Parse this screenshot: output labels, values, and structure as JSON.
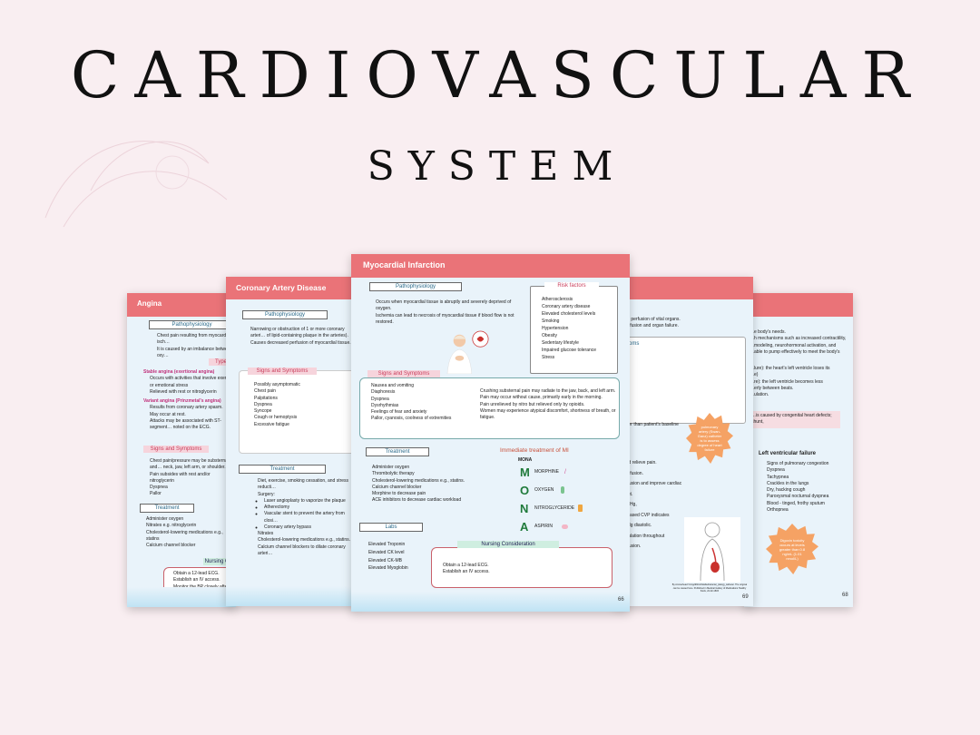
{
  "title": "CARDIOVASCULAR",
  "subtitle": "SYSTEM",
  "pages": {
    "angina": {
      "header": "Angina",
      "patho_label": "Pathophysiology",
      "patho": [
        "Chest pain resulting from myocardial isch…",
        "It is caused by an imbalance between oxy…"
      ],
      "types_label": "Types",
      "stable": "Stable angina (exertional angina)",
      "stable_items": [
        "Occurs with activities that involve exertion or emotional stress",
        "Relieved with rest or nitroglycerin"
      ],
      "variant": "Variant angina (Prinzmetal's angina)",
      "variant_items": [
        "Results from coronary artery spasm.",
        "May occur at rest.",
        "Attacks may be associated with ST-segment… noted on the ECG."
      ],
      "signs_label": "Signs and Symptoms",
      "signs": [
        "Chest pain/pressure may be substernal and… neck, jaw, left arm, or shoulder.",
        "Pain subsides with rest and/or nitroglycerin",
        "Dyspnea",
        "Pallor"
      ],
      "treatment_label": "Treatment",
      "treatment": [
        "Administer oxygen",
        "Nitrates e.g. nitroglycerin",
        "Cholesterol-lowering medications e.g., statins",
        "Calcium channel blocker"
      ],
      "nursing_label": "Nursing C…",
      "nursing": [
        "Obtain a 12-lead ECG.",
        "Establish an IV access.",
        "Monitor the BP closely after the a…"
      ]
    },
    "cad": {
      "header": "Coronary Artery Disease",
      "patho_label": "Pathophysiology",
      "patho": [
        "Narrowing or obstruction of 1 or more coronary arteri… of lipid-containing plaque in the arteries).",
        "Causes decreased perfusion of myocardial tissue."
      ],
      "signs_label": "Signs and Symptoms",
      "signs": [
        "Possibly asymptomatic",
        "Chest pain",
        "Palpitations",
        "Dyspnea",
        "Syncope",
        "Cough or hemoptysis",
        "Excessive fatigue"
      ],
      "treatment_label": "Treatment",
      "treatment": [
        "Diet, exercise, smoking cessation, and stress reducti…",
        "Surgery:"
      ],
      "surgery": [
        "Laser angioplasty to vaporize the plaque",
        "Atherectomy",
        "Vascular stent to prevent the artery from closi…",
        "Coronary artery bypass"
      ],
      "treatment2": [
        "Nitrates",
        "Cholesterol-lowering medications e.g., statins.",
        "Calcium channel blockers to dilate coronary arteri…"
      ]
    },
    "mi": {
      "header": "Myocardial Infarction",
      "patho_label": "Pathophysiology",
      "patho": [
        "Occurs when myocardial tissue is abruptly and severely deprived of oxygen.",
        "Ischemia can lead to necrosis of myocardial tissue if blood flow is not restored."
      ],
      "risk_label": "Risk factors",
      "risk": [
        "Atherosclerosis",
        "Coronary artery disease",
        "Elevated cholesterol levels",
        "Smoking",
        "Hypertension",
        "Obesity",
        "Sedentary lifestyle",
        "Impaired glucose tolerance",
        "Stress"
      ],
      "signs_label": "Signs and Symptoms",
      "signs_left": [
        "Nausea and vomiting",
        "Diaphoresis",
        "Dyspnea",
        "Dysrhythmias",
        "Feelings of fear and anxiety",
        "Pallor, cyanosis, coolness of extremities"
      ],
      "signs_right": [
        "Crushing substernal pain may radiate to the jaw, back, and left arm.",
        "Pain may occur without cause, primarily early in the morning.",
        "Pain unrelieved by nitro but relieved only by opioids.",
        "Women may experience atypical discomfort, shortness of breath, or fatigue."
      ],
      "treatment_label": "Treatment",
      "treatment": [
        "Administer oxygen",
        "Thrombolytic therapy",
        "Cholesterol-lowering medications e.g., statins.",
        "Calcium channel blocker",
        "Morphine to decrease pain",
        "ACE inhibitors to decrease cardiac workload"
      ],
      "immediate_label": "Immediate treatment of MI",
      "mona_label": "MONA",
      "mona": [
        {
          "letter": "M",
          "word": "MORPHINE"
        },
        {
          "letter": "O",
          "word": "OXYGEN"
        },
        {
          "letter": "N",
          "word": "NITROGLYCERIDE"
        },
        {
          "letter": "A",
          "word": "ASPIRIN"
        }
      ],
      "labs_label": "Labs",
      "labs": [
        "Elevated Troponin",
        "Elevated CK level",
        "Elevated CK-MB",
        "Elevated Myoglobin"
      ],
      "nursing_label": "Nursing Consideration",
      "nursing": [
        "Obtain a 12-lead ECG.",
        "Establish an IV access."
      ],
      "page_number": "66"
    },
    "hf": {
      "frag1": [
        "…ate perfusion of vital organs.",
        "…perfusion and organ failure."
      ],
      "symptoms_label": "…ptoms",
      "frag2": "…lower than patient's baseline",
      "burst": "pulmonary artery (Swan-Ganz) catheter is to assess degree of heart failure",
      "frag3": [
        "…and relieve pain.",
        "…perfusion.",
        "…erfusion and improve cardiac output.",
        "…nmHg,",
        "…creased CVP indicates",
        "…n Hg diastolic.",
        "…irculation throughout",
        "…erfusion."
      ],
      "caption": "By Arrowshead ©Ang/dibbish/dallied/arterial_(slang)_catheter. The original can be viewed here. Published in Medical Gallery of Medications Healthy fluids, 22-02-1815",
      "page_number": "69"
    },
    "chf": {
      "frag1": [
        "…e body's needs.",
        "…h mechanisms such as increased contractility,",
        "…modeling, neurohormonal activation, and",
        "…able to pump effectively to meet the body's"
      ],
      "frag2": [
        "…lure): the heart's left ventricle loses its",
        "…e)",
        "…re): the left ventricle becomes less",
        "…erly between beats.",
        "…ulation."
      ],
      "frag3": "…is caused by congenital heart defects; shunt,",
      "lvf_label": "Left ventricular failure",
      "lvf": [
        "Signs of pulmonary congestion",
        "Dyspnea",
        "Tachypnea",
        "Crackles in the lungs",
        "Dry, hacking cough",
        "Paroxysmal nocturnal dyspnea",
        "Blood - tinged, frothy sputum",
        "Orthopnea"
      ],
      "burst": "Digoxin toxicity occurs at levels greater than 0.8 ng/mL (1.01 nmol/L)",
      "page_number": "68"
    }
  },
  "colors": {
    "header": "#ea7378",
    "page": "#e9f3fa",
    "background": "#f9eef1",
    "mona_green": "#1f7a3a"
  }
}
